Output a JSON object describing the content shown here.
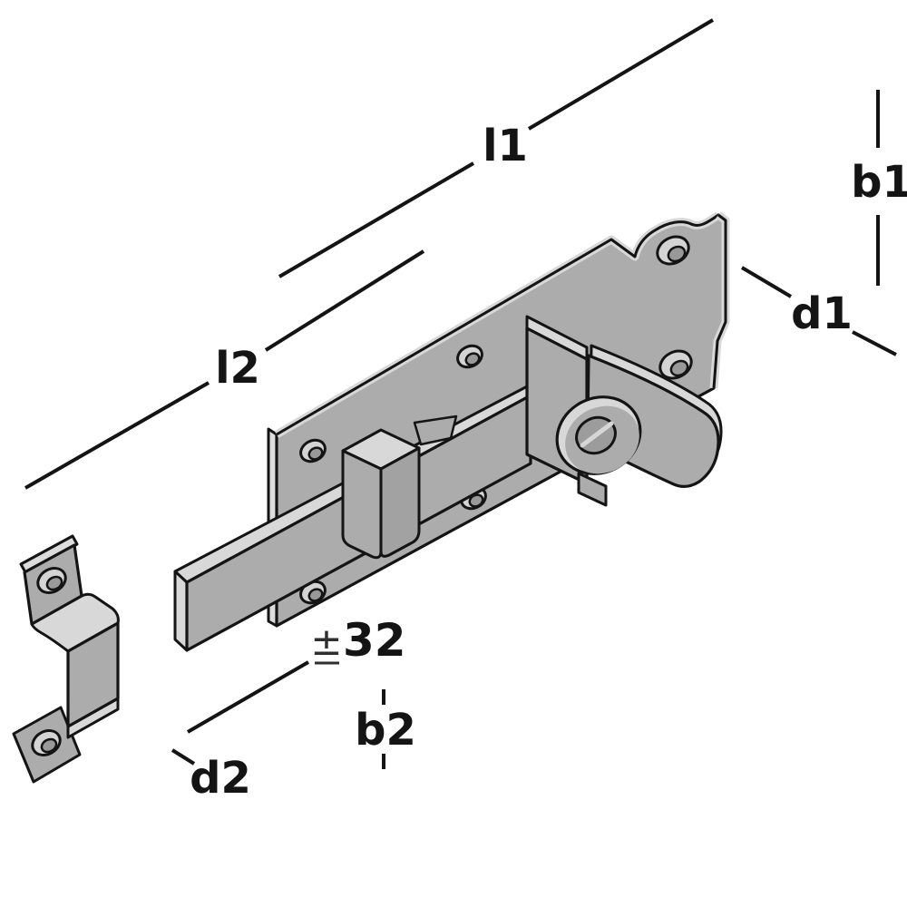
{
  "diagram": {
    "kind": "isometric technical line drawing",
    "subject": "door slide bolt (plate bolt) with staple keeper, exploded view",
    "background_color": "#ffffff",
    "outline_color": "#141414",
    "metal_color": "#acacac",
    "metal_shadow_color": "#9e9e9e",
    "metal_highlight_color": "#d8d8d8",
    "hole_color": "#999999",
    "parts": [
      "backplate",
      "bolt-bar",
      "bolt-knob",
      "guide-strap",
      "guide-ring",
      "latch-arm",
      "keeper-bracket",
      "countersunk-screw-holes"
    ]
  },
  "labels": {
    "l1": "l1",
    "l2": "l2",
    "b1": "b1",
    "d1": "d1",
    "d2": "d2",
    "b2": "b2",
    "plus_minus": "±",
    "offset_value": "32"
  }
}
